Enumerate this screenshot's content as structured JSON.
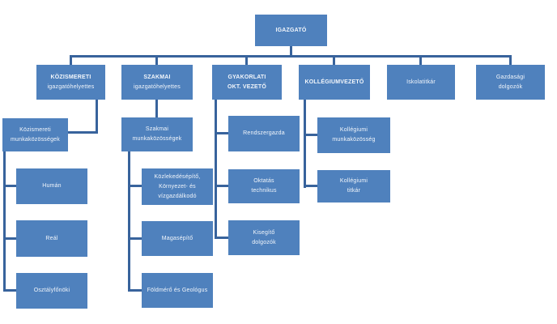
{
  "colors": {
    "box_fill": "#4f81bd",
    "connector": "#38639c",
    "text": "#ffffff",
    "background": "#ffffff"
  },
  "org": {
    "root": {
      "label": "IGAZGATÓ"
    },
    "deputies": [
      {
        "line1": "KÖZISMERETI",
        "line2": "igazgatóhelyettes"
      },
      {
        "line1": "SZAKMAI",
        "line2": "igazgatóhelyettes"
      },
      {
        "line1": "GYAKORLATI",
        "line2": "OKT. VEZETŐ"
      },
      {
        "line1": "KOLLÉGIUMVEZETŐ"
      },
      {
        "line1": "Iskolatitkár"
      },
      {
        "line1": "Gazdasági",
        "line2": "dolgozók"
      }
    ],
    "kozismereti_branch": {
      "head": {
        "line1": "Közismereti",
        "line2": "munkaközösségek"
      },
      "children": [
        {
          "line1": "Humán"
        },
        {
          "line1": "Reál"
        },
        {
          "line1": "Osztályfőnöki"
        }
      ]
    },
    "szakmai_branch": {
      "head": {
        "line1": "Szakmai",
        "line2": "munkaközösségek"
      },
      "children": [
        {
          "line1": "Közlekedésépítő,",
          "line2": "Környezet- és",
          "line3": "vízgazdálkodó"
        },
        {
          "line1": "Magasépítő"
        },
        {
          "line1": "Földmérő és Geológus"
        }
      ]
    },
    "gyakorlati_branch": {
      "children": [
        {
          "line1": "Rendszergazda"
        },
        {
          "line1": "Oktatás",
          "line2": "technikus"
        },
        {
          "line1": "Kisegítő",
          "line2": "dolgozók"
        }
      ]
    },
    "kollegium_branch": {
      "children": [
        {
          "line1": "Kollégiumi",
          "line2": "munkaközösség"
        },
        {
          "line1": "Kollégiumi",
          "line2": "titkár"
        }
      ]
    }
  }
}
